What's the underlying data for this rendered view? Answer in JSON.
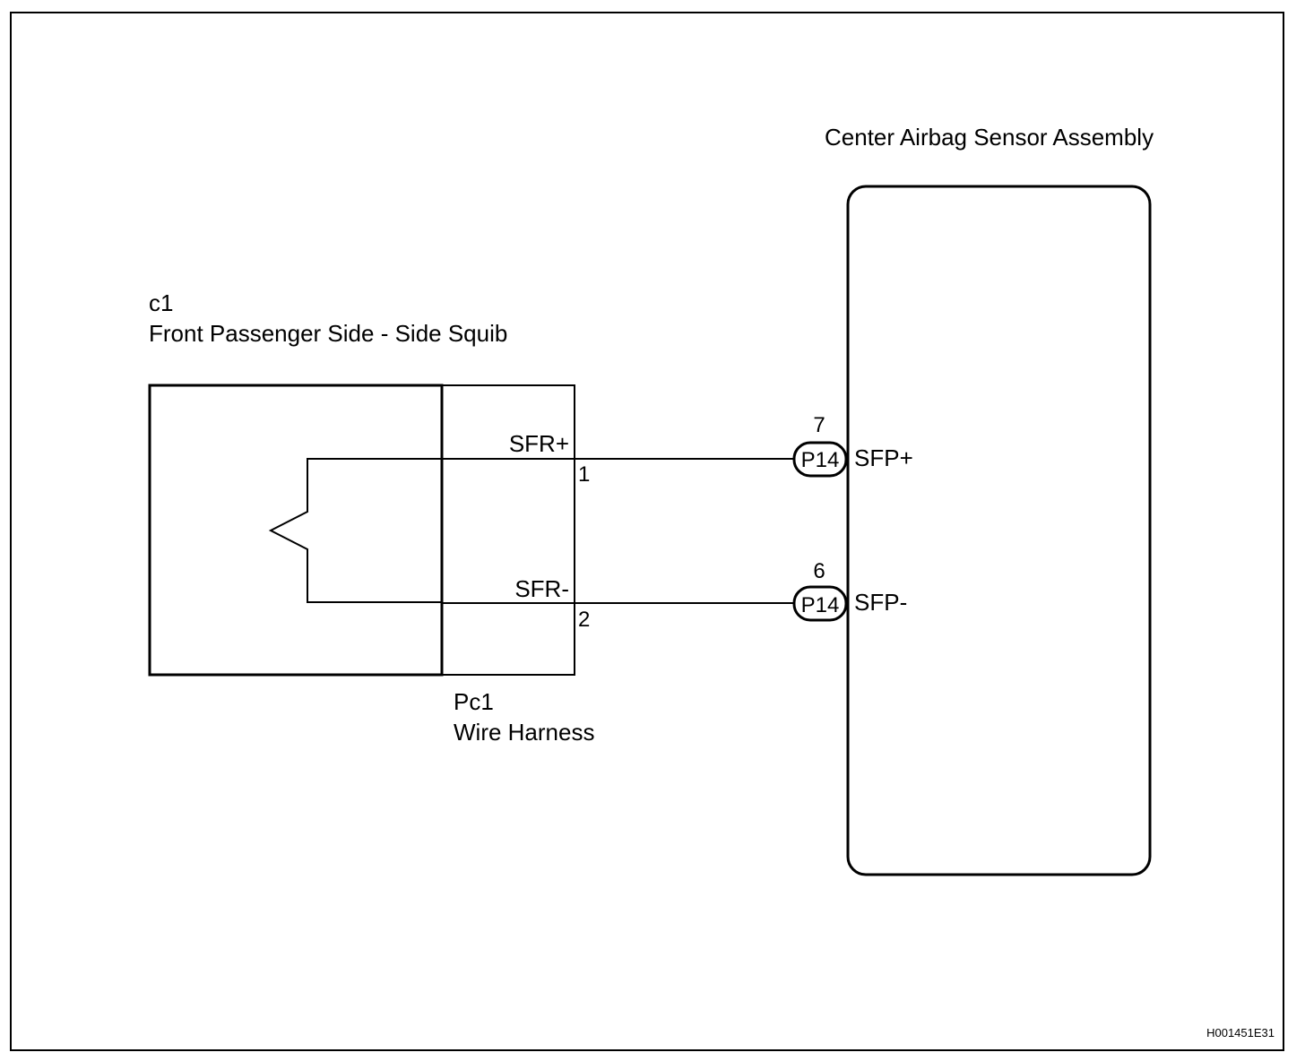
{
  "squib": {
    "code": "c1",
    "name": "Front Passenger Side - Side Squib"
  },
  "harness": {
    "code": "Pc1",
    "name": "Wire Harness"
  },
  "sensor": {
    "name": "Center Airbag Sensor Assembly"
  },
  "wires": [
    {
      "harness_label": "SFR+",
      "harness_pin": "1",
      "connector": "P14",
      "sensor_pin": "7",
      "terminal": "SFP+"
    },
    {
      "harness_label": "SFR-",
      "harness_pin": "2",
      "connector": "P14",
      "sensor_pin": "6",
      "terminal": "SFP-"
    }
  ],
  "figure_ref": "H001451E31"
}
